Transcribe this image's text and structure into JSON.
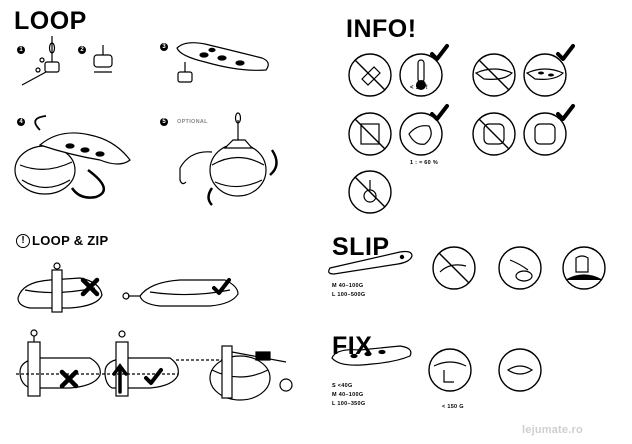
{
  "headings": {
    "loop": "LOOP",
    "info": "INFO!",
    "loop_zip": "LOOP & ZIP",
    "slip": "SLIP",
    "fix": "FIX"
  },
  "steps": [
    "1",
    "2",
    "3",
    "4",
    "5"
  ],
  "optional_label": "OPTIONAL",
  "info": {
    "temp_label": "< 50°!",
    "ratio_label": "1 : ≈ 60 %"
  },
  "slip_sizes": [
    "M 40–100G",
    "L 100–500G"
  ],
  "fix_sizes": [
    "S <40G",
    "M 40–100G",
    "L 100–350G"
  ],
  "fix_limit": "< 150 G",
  "watermark": "lejumate.ro"
}
